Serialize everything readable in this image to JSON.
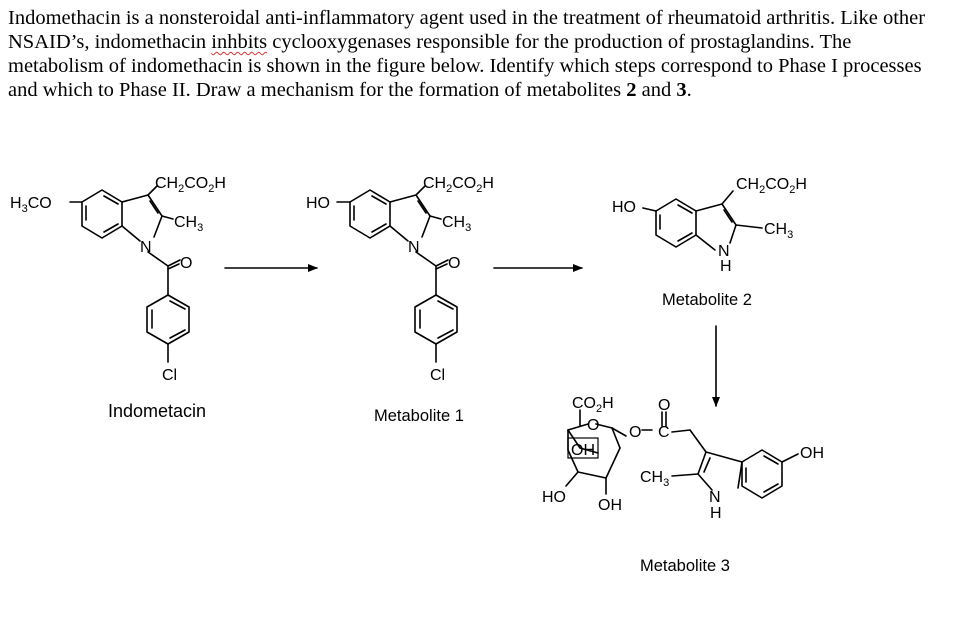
{
  "question": {
    "part1": "Indomethacin is a nonsteroidal anti-inflammatory agent used in the treatment of rheumatoid arthritis.  Like other NSAID’s, indomethacin ",
    "typo_word": "inhbits",
    "part2": " cyclooxygenases responsible for the production of prostaglandins.  The metabolism of indomethacin is shown in the figure below.  Identify which steps correspond to Phase I processes and which to Phase II.  Draw a mechanism for the formation of metabolites ",
    "metabolite_a": "2",
    "and_word": " and ",
    "metabolite_b": "3",
    "period": "."
  },
  "molecules": {
    "indomethacin": {
      "caption": "Indometacin",
      "oxygen": "O",
      "nitrogen": "N",
      "chlorine": "Cl"
    },
    "metabolite1": {
      "caption": "Metabolite 1",
      "oxygen": "O",
      "nitrogen": "N",
      "chlorine": "Cl"
    },
    "metabolite2": {
      "caption": "Metabolite 2",
      "nitrogen": "N",
      "hydrogen": "H"
    },
    "metabolite3": {
      "caption": "Metabolite 3",
      "carboxyl": "CO",
      "carboxyl_sub": "2",
      "carboxyl_tail": "H",
      "ring_oxygen": "O",
      "hydroxyl": "OH",
      "ester_oxygen": "O",
      "carbonyl_carbon": "C",
      "carbonyl_oxygen": "O",
      "nitrogen": "N",
      "hydrogen": "H",
      "ho": "HO"
    }
  },
  "groups": {
    "ch2co2h_a": "CH",
    "ch2co2h_sub1": "2",
    "ch2co2h_b": "CO",
    "ch2co2h_sub2": "2",
    "ch2co2h_c": "H",
    "ch3_a": "CH",
    "ch3_sub": "3",
    "h3co_a": "H",
    "h3co_sub": "3",
    "h3co_b": "CO",
    "ho": "HO",
    "oh": "OH"
  }
}
